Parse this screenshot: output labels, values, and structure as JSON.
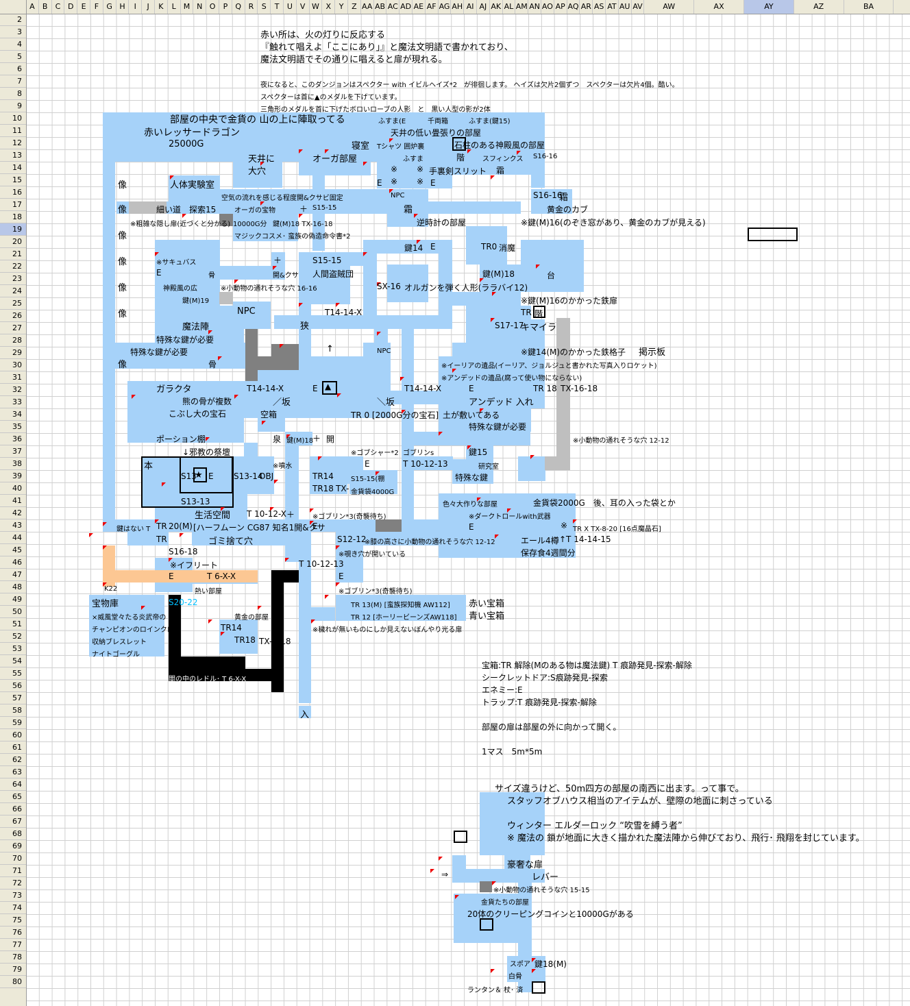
{
  "spreadsheet": {
    "columns": [
      "A",
      "B",
      "C",
      "D",
      "E",
      "F",
      "G",
      "H",
      "I",
      "J",
      "K",
      "L",
      "M",
      "N",
      "O",
      "P",
      "Q",
      "R",
      "S",
      "T",
      "U",
      "V",
      "W",
      "X",
      "Y",
      "Z",
      "AA",
      "AB",
      "AC",
      "AD",
      "AE",
      "AF",
      "AG",
      "AH",
      "AI",
      "AJ",
      "AK",
      "AL",
      "AM",
      "AN",
      "AO",
      "AP",
      "AQ",
      "AR",
      "AS",
      "AT",
      "AU",
      "AV",
      "AW",
      "AX",
      "AY",
      "AZ",
      "BA"
    ],
    "selected_column": "AY",
    "selected_row": "19",
    "rows": [
      "2",
      "3",
      "4",
      "5",
      "6",
      "7",
      "8",
      "9",
      "10",
      "11",
      "12",
      "13",
      "14",
      "15",
      "16",
      "17",
      "18",
      "19",
      "20",
      "21",
      "22",
      "23",
      "24",
      "25",
      "26",
      "27",
      "28",
      "29",
      "30",
      "31",
      "32",
      "33",
      "34",
      "35",
      "36",
      "37",
      "38",
      "39",
      "40",
      "41",
      "42",
      "43",
      "44",
      "45",
      "46",
      "47",
      "48",
      "49",
      "50",
      "51",
      "52",
      "53",
      "54",
      "55",
      "56",
      "57",
      "58",
      "59",
      "60",
      "61",
      "62",
      "63",
      "64",
      "65",
      "66",
      "67",
      "68",
      "69",
      "70",
      "71",
      "72",
      "73",
      "74",
      "75",
      "76",
      "77",
      "78",
      "79",
      "80"
    ]
  },
  "notes": {
    "line1": "赤い所は、火の灯りに反応する",
    "line2": "『触れて唱えよ「ここにあり」』と魔法文明語で書かれており、",
    "line3": "魔法文明語でその通りに唱えると扉が現れる。",
    "night1": "夜になると、このダンジョンはスペクター with イビルヘイズ*2　が徘徊します。 ヘイズは欠片2個ずつ　スペクターは欠片4個。酷い。",
    "night2": "スペクターは首に▲のメダルを下げています。",
    "night3": "三角形のメダルを首に下げたボロいローブの人影　と　黒い人型の影が2体"
  },
  "legend": {
    "l1": "宝箱:TR 解除(Mのある物は魔法鍵) T 痕跡発見-探索-解除",
    "l2": "シークレットドア:S痕跡発見-探索",
    "l3": "エネミー:E",
    "l4": "トラップ:T 痕跡発見-探索-解除",
    "l5": "部屋の扉は部屋の外に向かって開く。",
    "l6": "1マス　5m*5m"
  },
  "lower": {
    "t1": "サイズ違うけど、50m四方の部屋の南西に出ます。って事で。",
    "t2": "スタッフオブハウス相当のアイテムが、壁際の地面に刺さっている",
    "t3": "ウィンター エルダーロック “吹雪を縛う者”",
    "t4": "※ 魔法の 鎖が地面に大きく描かれた魔法陣から伸びており、飛行･ 飛翔を封じています。",
    "t5": "豪奢な扉",
    "t6": "レバー",
    "t7": "※小動物の通れそうな穴 15-15",
    "t8": "金貨たちの部屋",
    "t9": "20体のクリーピングコインと10000Gがある",
    "t10": "スポア",
    "t11": "白骨",
    "t12": "鍵18(M)",
    "t13": "ランタン＆ 杖･ 済",
    "arrow": "⇒"
  },
  "map": {
    "dragon_room": "部屋の中央で金貨の 山の上に陣取ってる",
    "dragon": "赤いレッサードラゴン",
    "gold25000": "25000G",
    "tenjo1": "天井に",
    "tenjo2": "大穴",
    "ogre_room": "オーガ部屋",
    "bedroom": "寝室",
    "tshirt": "Tシャツ 囲炉裏",
    "fusuma1": "ふすま(E",
    "chiryo": "千両箱",
    "fusuma15": "ふすま(鍵15)",
    "low_room": "天井の低い畳張りの部屋",
    "pillar_room": "石柱のある神殿風の部屋",
    "fusuma2": "ふすま",
    "stairs": "階",
    "sphinx": "スフィンクス",
    "s1616a": "S16-16",
    "kome1": "※",
    "shuriken": "手裏剣スリット",
    "frost1": "霜",
    "kome2": "※",
    "kome3": "※",
    "e1": "E",
    "e2": "E",
    "statue1": "像",
    "human_lab": "人体実験室",
    "air": "空気の流れを感じる程度開&クサビ固定",
    "npc1": "NPC",
    "s1616b": "S16-16",
    "frost2": "霜",
    "statue2": "像",
    "narrow": "細い道　探索15",
    "ogre_treasure": "オーガの宝物",
    "plus1": "＋",
    "s1515a": "S15-15",
    "frost3": "霜",
    "gold_cup": "黄金のカブ",
    "rough_door": "※粗雑な隠し扉(近づくと分かる)",
    "g10000": "10000G分",
    "key18a": "鍵(M)18 TX-16-18",
    "reverse": "逆時計の部屋",
    "key16a": "※鍵(M)16(のぞき窓があり、黄金のカブが見える)",
    "magic_coss": "マジックコスメ･ 蛮族の偽造命令書*2",
    "statue3": "像",
    "key14": "鍵14",
    "e3": "E",
    "tr0a": "TR0",
    "dissolve": "消魔",
    "statue4": "像",
    "succubus": "※サキュバス",
    "plus2": "＋",
    "s1515b": "S15-15",
    "e4": "E",
    "bone1": "骨",
    "open_wedge": "開&クサ",
    "bandits": "人間盗賊団",
    "key18b": "鍵(M)18",
    "pedestal": "台",
    "statue5": "像",
    "temple": "神殿風の広",
    "small_hole1": "※小動物の通れそうな穴 16-16",
    "sx16": "SX-16",
    "organ": "オルガンを弾く人形(ララバイ12)",
    "key19": "鍵(M)19",
    "key16b": "※鍵(M)16のかかった鉄扉",
    "statue6": "像",
    "magic_circle": "魔法陣",
    "npc2": "NPC",
    "t1414": "T14-14-X",
    "tr1": "TR",
    "stairs2": "階",
    "narrow2": "狭",
    "s1717": "S17-17",
    "chimera": "キマイラ",
    "special_key1": "特殊な鍵が必要",
    "key14m": "※鍵14(M)のかかった鉄格子",
    "board": "掲示板",
    "statue7": "像",
    "special_key2": "特殊な鍵が必要",
    "bone2": "骨",
    "up": "↑",
    "npc3": "NPC",
    "ilia": "※イーリアの遺品(イーリア、ジョルジュと書かれた写真入りロケット)",
    "undead_relic": "※アンデッドの遺品(腐って使い物にならない)",
    "junk": "ガラクタ",
    "t1414b": "T14-14-X",
    "e5": "E",
    "triangle": "▲",
    "t1414c": "T14-14-X",
    "e6": "E",
    "undead": "アンデッド 入れ",
    "tr18": "TR 18",
    "tx1618": "TX-16-18",
    "bones": "熊の骨が複数",
    "slope1": "／坂",
    "slope2": "＼坂",
    "dog_treasure": "こぶし大の宝石",
    "empty_box": "空箱",
    "tr0b": "TR 0 [2000G分の宝石]",
    "soil": "土が敷いてある",
    "special_key3": "特殊な鍵が必要",
    "potion": "ポーション棚",
    "spring": "泉",
    "key18c": "鍵(M)18",
    "plus3": "＋",
    "open": "開",
    "small_hole2": "※小動物の通れそうな穴 12-12",
    "altar": "↓邪教の祭壇",
    "goblin_shaman": "※ゴブシャー*2",
    "goblins": "ゴブリンs",
    "key15": "鍵15",
    "book": "本",
    "s13a": "S13",
    "star": "★",
    "e7": "E",
    "s1314": "S13-14",
    "obj": "OBJ",
    "fountain": "※噴水",
    "tr14a": "TR14",
    "e8": "E",
    "s1515c": "S15-15(棚",
    "t101213a": "T 10-12-13",
    "research": "研究室",
    "special_key4": "特殊な鍵",
    "tr18b": "TR18",
    "tx": "TX-",
    "goldbag": "金貨袋4000G",
    "various": "色々大作りな部屋",
    "goldbag2": "金貨袋2000G　後、耳の入った袋とか",
    "s1313": "S13-13",
    "living": "生活空間",
    "t1012x": "T 10-12-X",
    "plus4": "＋",
    "goblin3a": "※ゴブリン*3(奇襲待ち)",
    "darktroll": "※ダークトロールwith武器",
    "no_key": "鍵はない T",
    "tr2": "TR",
    "m20": "20(M)",
    "half_moon": "[ハーフムーン CG87 知名1開&クサ",
    "e9": "E",
    "e10": "E",
    "kome4": "※",
    "trx": "TR X TX-8-20 [16点魔晶石]",
    "tr3": "TR",
    "trash": "ゴミ捨て穴",
    "s1212": "S12-12",
    "knee_hole": "※膝の高さに小動物の通れそうな穴 12-12",
    "ale": "エール4樽",
    "t141415": "↑T 14-14-15",
    "food": "保存食4週間分",
    "s1618": "S16-18",
    "peep": "※覗き穴が開いている",
    "ifrit": "※イフリート",
    "t101213b": "T 10-12-13",
    "e11": "E",
    "t6xx": "T 6-X-X",
    "e12": "E",
    "k22": "K22",
    "hot_room": "熱い部屋",
    "goblin3b": "※ゴブリン*3(奇襲待ち)",
    "treasury": "宝物庫",
    "s2022": "S20-22",
    "tr13": "TR 13(M) [蛮族探知機 AW112]",
    "red_box": "赤い宝箱",
    "flame_weapon": "×威風堂々たる炎武帝の",
    "tr12": "TR 12 [ホーリービーンズAW118]",
    "blue_box": "青い宝箱",
    "golden_room": "黄金の部屋",
    "champion": "チャンピオンのロインクロ",
    "tr14b": "TR14",
    "invisible": "※穢れが無いものにしか見えないぼんやり光る扉",
    "storage": "収納ブレスレット",
    "tr18c": "TR18",
    "tx18": "TX-　18",
    "nightgoggle": "ナイトゴーグル",
    "ladle": "闇の中のレドル･ T 6-X-X",
    "entrance": "入"
  }
}
